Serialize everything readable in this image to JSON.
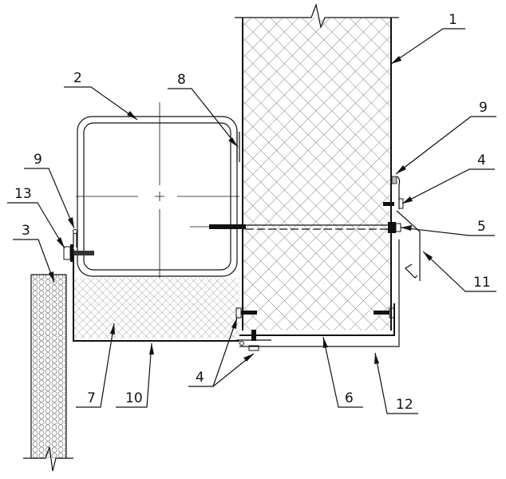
{
  "title": "Sandwich panel corner junction with steel tube — technical section drawing",
  "colors": {
    "line": "#111111",
    "background": "#ffffff",
    "hatch": "#555555"
  },
  "callouts": [
    {
      "id": "1",
      "label": "1",
      "target": "main-sandwich-panel"
    },
    {
      "id": "2",
      "label": "2",
      "target": "steel-square-tube"
    },
    {
      "id": "3",
      "label": "3",
      "target": "side-wall-panel"
    },
    {
      "id": "4a",
      "label": "4",
      "target": "self-tapping-screw-right"
    },
    {
      "id": "4b",
      "label": "4",
      "target": "self-tapping-screws-bottom"
    },
    {
      "id": "5",
      "label": "5",
      "target": "through-bolt"
    },
    {
      "id": "6",
      "label": "6",
      "target": "inner-u-flashing"
    },
    {
      "id": "7",
      "label": "7",
      "target": "insulation-infill"
    },
    {
      "id": "8",
      "label": "8",
      "target": "sealant-strip"
    },
    {
      "id": "9a",
      "label": "9",
      "target": "rivet-right"
    },
    {
      "id": "9b",
      "label": "9",
      "target": "rivet-left"
    },
    {
      "id": "10",
      "label": "10",
      "target": "outer-cover-flashing"
    },
    {
      "id": "11",
      "label": "11",
      "target": "hook-bracket"
    },
    {
      "id": "12",
      "label": "12",
      "target": "outer-u-flashing"
    },
    {
      "id": "13",
      "label": "13",
      "target": "hex-bolt"
    }
  ]
}
